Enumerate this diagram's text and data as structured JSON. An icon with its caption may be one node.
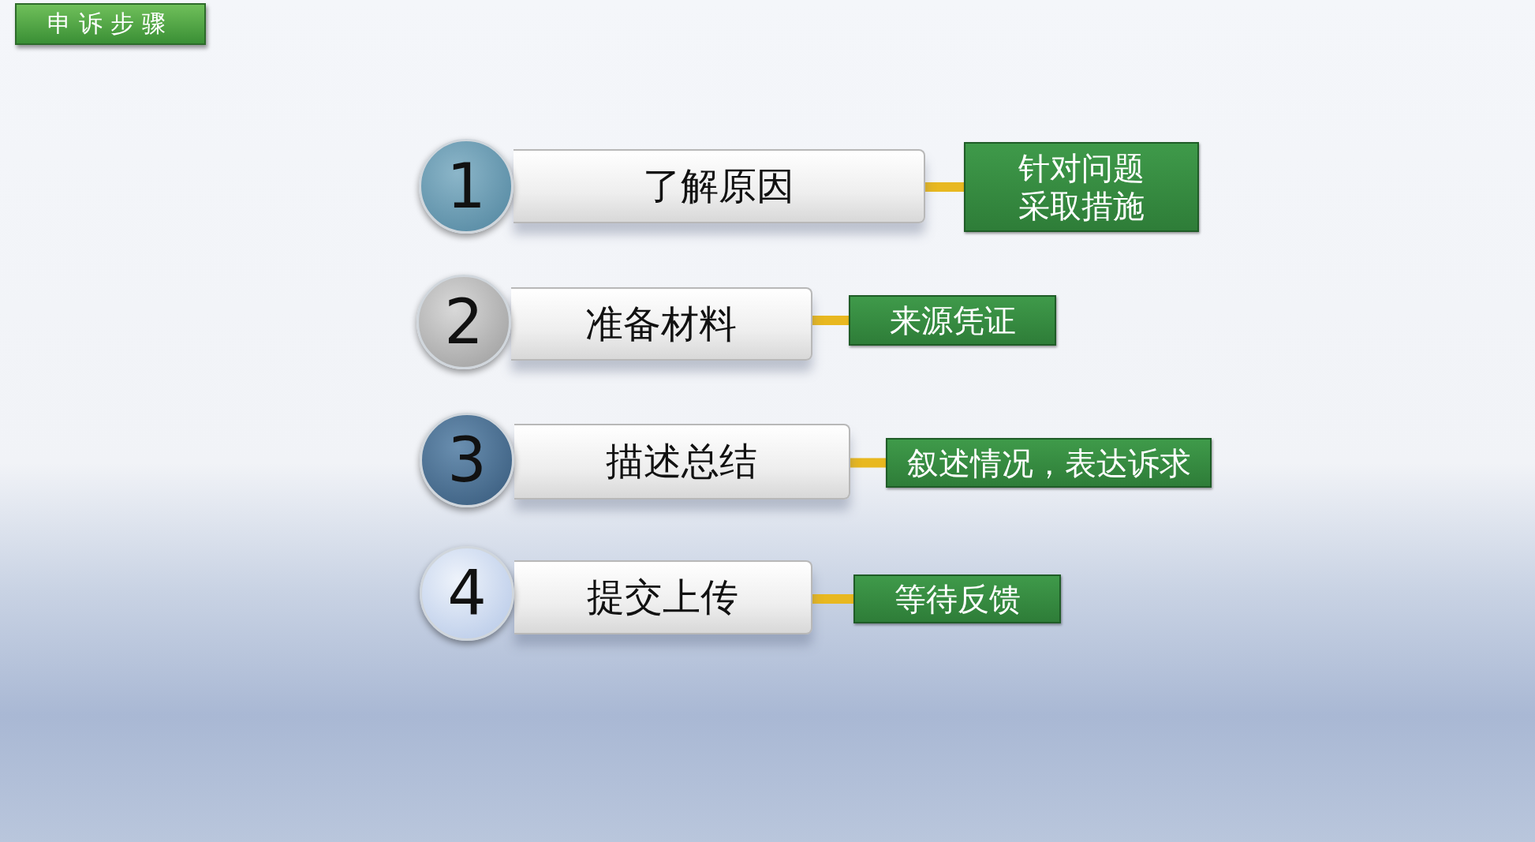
{
  "diagram": {
    "title": "申诉步骤",
    "nodes": [
      {
        "text": [
          "1"
        ]
      },
      {
        "text": [
          "了解原因"
        ]
      },
      {
        "text": [
          "针对问题采取措施"
        ]
      },
      {
        "text": [
          "2"
        ]
      },
      {
        "text": [
          "准备材料"
        ]
      },
      {
        "text": [
          "来源凭证"
        ]
      },
      {
        "text": [
          "3"
        ]
      },
      {
        "text": [
          "描述总结"
        ]
      },
      {
        "text": [
          "叙述情况，表达诉求"
        ]
      },
      {
        "text": [
          "4"
        ]
      },
      {
        "text": [
          "提交上传"
        ]
      },
      {
        "text": [
          "等待反馈"
        ]
      }
    ],
    "edges": [
      {
        "from": 1,
        "to": 2,
        "arrow": "none"
      },
      {
        "from": 4,
        "to": 5,
        "arrow": "none"
      },
      {
        "from": 7,
        "to": 8,
        "arrow": "none"
      },
      {
        "from": 10,
        "to": 11,
        "arrow": "none"
      }
    ]
  }
}
